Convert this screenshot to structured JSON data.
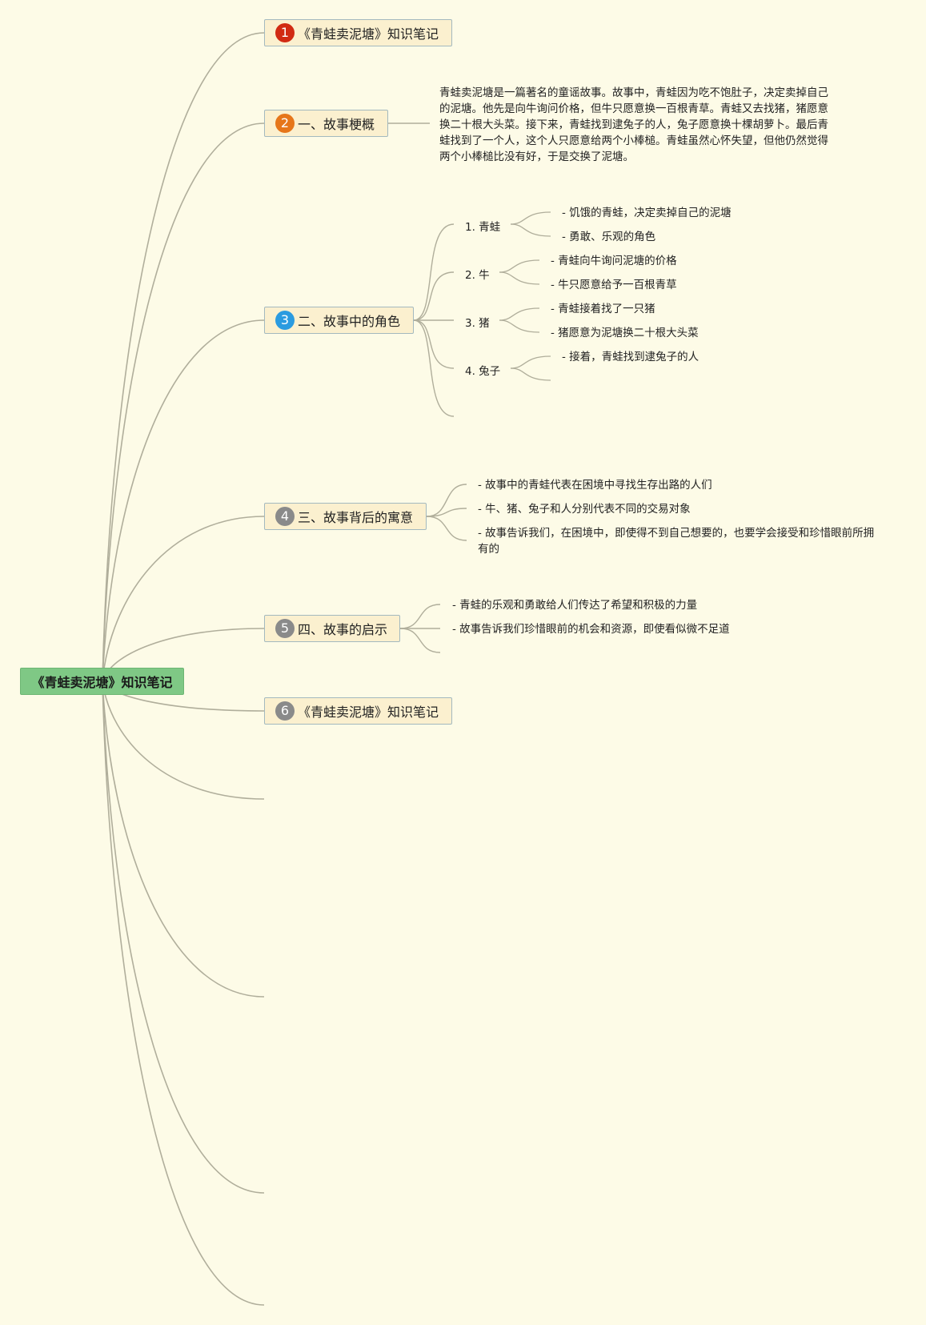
{
  "root": {
    "title": "《青蛙卖泥塘》知识笔记"
  },
  "colors": {
    "background": "#fdfbe7",
    "root_fill": "#7fc885",
    "topic_fill": "#fbf0cf",
    "topic_border": "#a3b9bf",
    "link": "#b0ae9b",
    "badge_1": "#d12a12",
    "badge_2": "#e6761a",
    "badge_3": "#2b9be0",
    "badge_gray": "#8a8a8a"
  },
  "topics": [
    {
      "num": "1",
      "label": "《青蛙卖泥塘》知识笔记"
    },
    {
      "num": "2",
      "label": "一、故事梗概"
    },
    {
      "num": "3",
      "label": "二、故事中的角色"
    },
    {
      "num": "4",
      "label": "三、故事背后的寓意"
    },
    {
      "num": "5",
      "label": "四、故事的启示"
    },
    {
      "num": "6",
      "label": "《青蛙卖泥塘》知识笔记"
    }
  ],
  "summary": {
    "text": "青蛙卖泥塘是一篇著名的童谣故事。故事中，青蛙因为吃不饱肚子，决定卖掉自己的泥塘。他先是向牛询问价格，但牛只愿意换一百根青草。青蛙又去找猪，猪愿意换二十根大头菜。接下来，青蛙找到逮兔子的人，兔子愿意换十棵胡萝卜。最后青蛙找到了一个人，这个人只愿意给两个小棒槌。青蛙虽然心怀失望，但他仍然觉得两个小棒槌比没有好，于是交换了泥塘。"
  },
  "characters": [
    {
      "name": "1. 青蛙",
      "notes": [
        "- 饥饿的青蛙，决定卖掉自己的泥塘",
        "- 勇敢、乐观的角色"
      ]
    },
    {
      "name": "2. 牛",
      "notes": [
        "- 青蛙向牛询问泥塘的价格",
        "- 牛只愿意给予一百根青草"
      ]
    },
    {
      "name": "3. 猪",
      "notes": [
        "- 青蛙接着找了一只猪",
        "- 猪愿意为泥塘换二十根大头菜"
      ]
    },
    {
      "name": "4. 兔子",
      "notes": [
        "- 接着，青蛙找到逮兔子的人"
      ]
    }
  ],
  "meanings": [
    "- 故事中的青蛙代表在困境中寻找生存出路的人们",
    "- 牛、猪、兔子和人分别代表不同的交易对象",
    "- 故事告诉我们，在困境中，即使得不到自己想要的，也要学会接受和珍惜眼前所拥有的"
  ],
  "lessons": [
    "- 青蛙的乐观和勇敢给人们传达了希望和积极的力量",
    "- 故事告诉我们珍惜眼前的机会和资源，即使看似微不足道"
  ]
}
